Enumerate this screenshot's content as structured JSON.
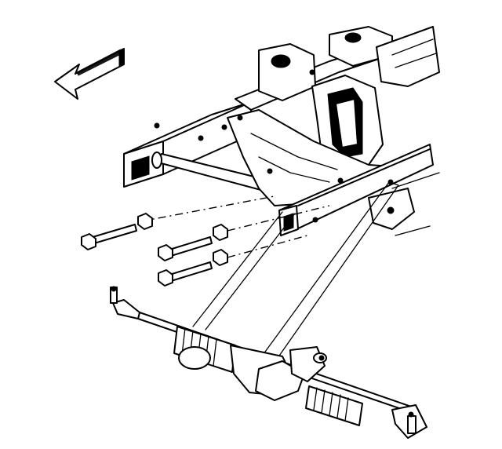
{
  "diagram": {
    "parts": [
      {
        "id": "direction-arrow",
        "icon": "forward-arrow-icon"
      },
      {
        "id": "front-crossmember",
        "icon": "frame-crossmember-icon"
      },
      {
        "id": "steering-gear-bolt-upper",
        "icon": "bolt-icon"
      },
      {
        "id": "steering-gear-bolt-middle",
        "icon": "bolt-icon"
      },
      {
        "id": "steering-gear-bolt-lower",
        "icon": "bolt-icon"
      },
      {
        "id": "steering-gear-nut-upper",
        "icon": "nut-icon"
      },
      {
        "id": "steering-gear-nut-middle",
        "icon": "nut-icon"
      },
      {
        "id": "steering-gear-nut-lower",
        "icon": "nut-icon"
      },
      {
        "id": "rack-and-pinion-steering-gear",
        "icon": "steering-gear-icon"
      },
      {
        "id": "outer-tie-rod-end-left",
        "icon": "tie-rod-end-icon"
      },
      {
        "id": "outer-tie-rod-end-right",
        "icon": "tie-rod-end-icon"
      }
    ],
    "colors": {
      "line": "#000000",
      "background": "#ffffff"
    }
  }
}
